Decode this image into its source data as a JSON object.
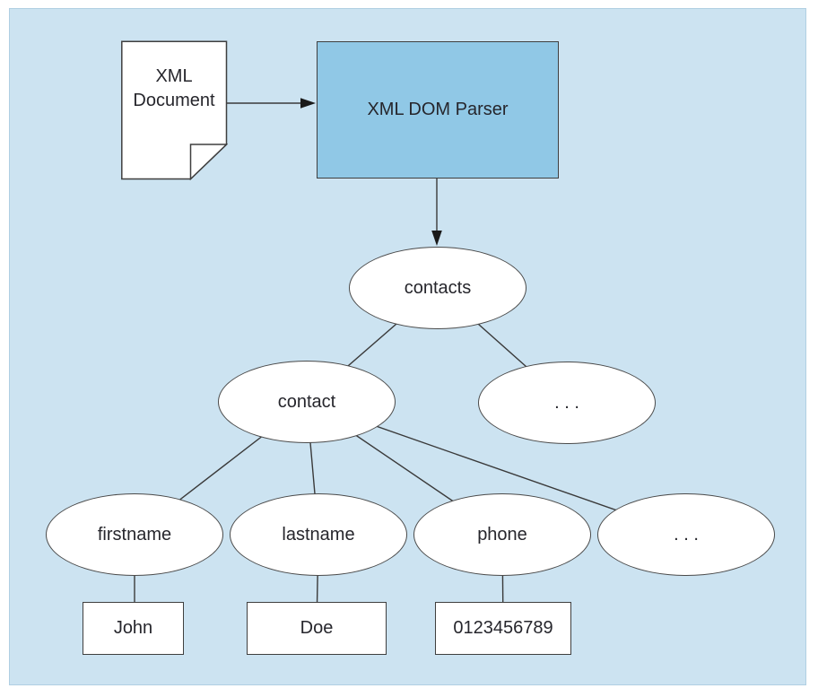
{
  "figure": {
    "panel_color": "#cce3f1",
    "panel_border_color": "#b0cfe2",
    "parser_fill_color": "#90c8e6",
    "node_fill_color": "#ffffff",
    "stroke_color": "#3f3f3f",
    "text_color": "#26262c"
  },
  "document_icon": {
    "label_line1": "XML",
    "label_line2": "Document"
  },
  "parser": {
    "label": "XML DOM Parser"
  },
  "tree": {
    "root": {
      "label": "contacts"
    },
    "level2": [
      {
        "label": "contact"
      },
      {
        "label": ". . ."
      }
    ],
    "level3": [
      {
        "label": "firstname"
      },
      {
        "label": "lastname"
      },
      {
        "label": "phone"
      },
      {
        "label": ". . ."
      }
    ],
    "values": [
      {
        "label": "John"
      },
      {
        "label": "Doe"
      },
      {
        "label": "0123456789"
      }
    ]
  }
}
